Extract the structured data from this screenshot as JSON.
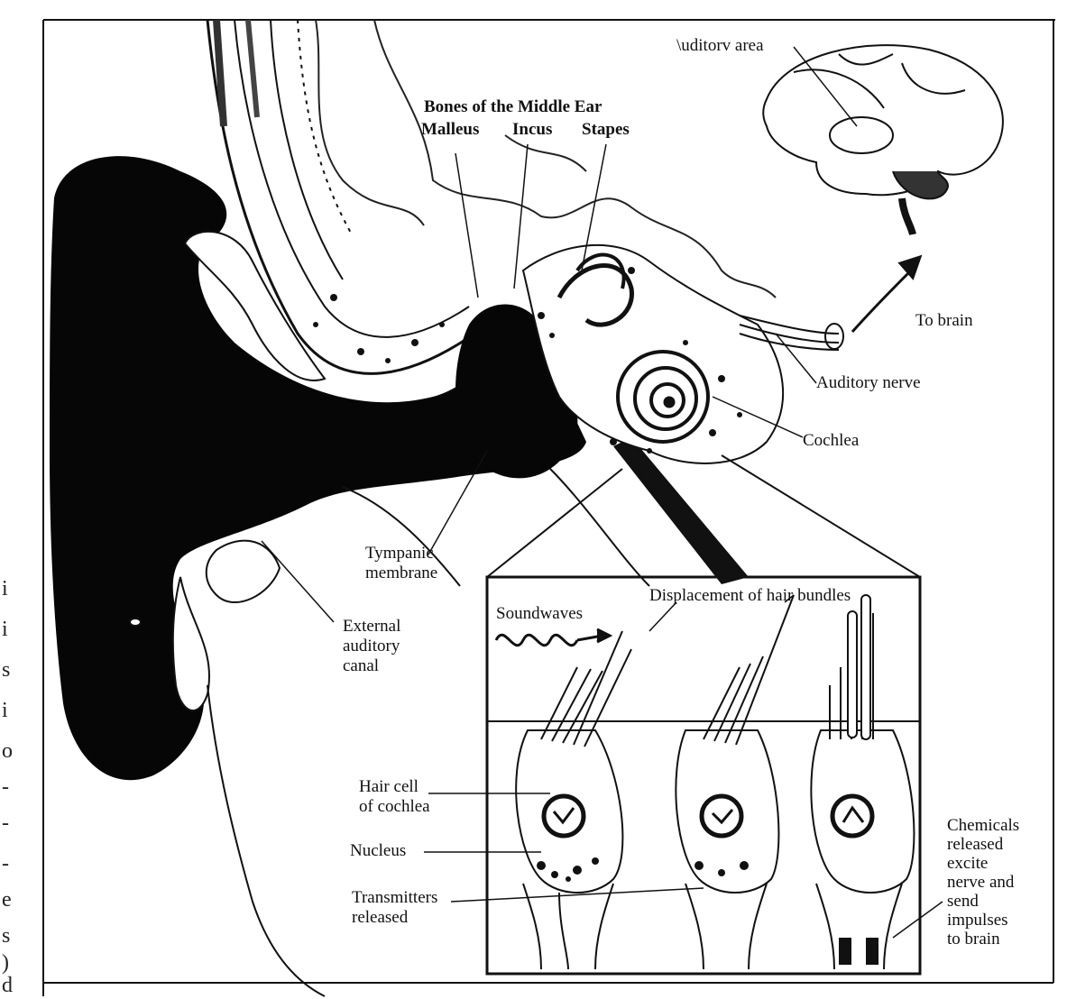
{
  "labels": {
    "auditory_area": "\\uditorv area",
    "bones_title": "Bones of the Middle Ear",
    "malleus": "Malleus",
    "incus": "Incus",
    "stapes": "Stapes",
    "to_brain": "To brain",
    "auditory_nerve": "Auditory nerve",
    "cochlea": "Cochlea",
    "tympanic_membrane": "Tympanic\nmembrane",
    "external_canal": "External\nauditory\ncanal",
    "soundwaves": "Soundwaves",
    "displacement": "Displacement of hair bundles",
    "hair_cell": "Hair cell\nof cochlea",
    "nucleus": "Nucleus",
    "transmitters": "Transmitters\nreleased",
    "chemicals": "Chemicals\nreleased\nexcite\nnerve and\nsend\nimpulses\nto brain"
  },
  "edge_fragments": [
    "i",
    "i",
    "s",
    "i",
    "o",
    "-",
    "-",
    "-",
    "e",
    "s",
    ")",
    "d"
  ],
  "colors": {
    "ink": "#0a0a0a",
    "paper": "#ffffff"
  }
}
